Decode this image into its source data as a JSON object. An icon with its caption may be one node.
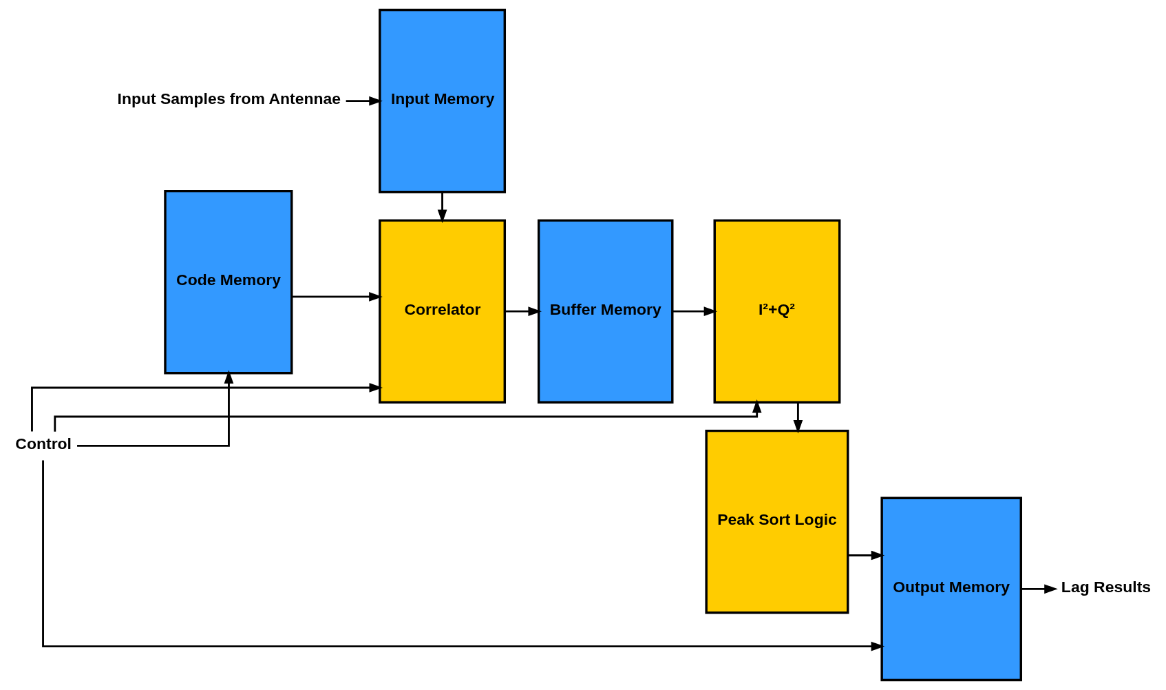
{
  "diagram": {
    "nodes": [
      {
        "text": [
          "Input Samples from Antennae"
        ]
      },
      {
        "text": [
          "Input Memory"
        ]
      },
      {
        "text": [
          "Code Memory"
        ]
      },
      {
        "text": [
          "Correlator"
        ]
      },
      {
        "text": [
          "Buffer Memory"
        ]
      },
      {
        "text": [
          "I²+Q²"
        ]
      },
      {
        "text": [
          "Peak Sort Logic"
        ]
      },
      {
        "text": [
          "Output Memory"
        ]
      },
      {
        "text": [
          "Lag Results"
        ]
      },
      {
        "text": [
          "Control"
        ]
      }
    ],
    "edges": [
      {
        "from": 0,
        "to": 1,
        "arrow": "to"
      },
      {
        "from": 1,
        "to": 3,
        "arrow": "to"
      },
      {
        "from": 2,
        "to": 3,
        "arrow": "to"
      },
      {
        "from": 3,
        "to": 4,
        "arrow": "to"
      },
      {
        "from": 4,
        "to": 5,
        "arrow": "to"
      },
      {
        "from": 5,
        "to": 6,
        "arrow": "to"
      },
      {
        "from": 6,
        "to": 7,
        "arrow": "to"
      },
      {
        "from": 7,
        "to": 8,
        "arrow": "to"
      },
      {
        "from": 9,
        "to": 2,
        "arrow": "to"
      },
      {
        "from": 9,
        "to": 3,
        "arrow": "to"
      },
      {
        "from": 9,
        "to": 5,
        "arrow": "to"
      },
      {
        "from": 9,
        "to": 7,
        "arrow": "to"
      }
    ]
  }
}
